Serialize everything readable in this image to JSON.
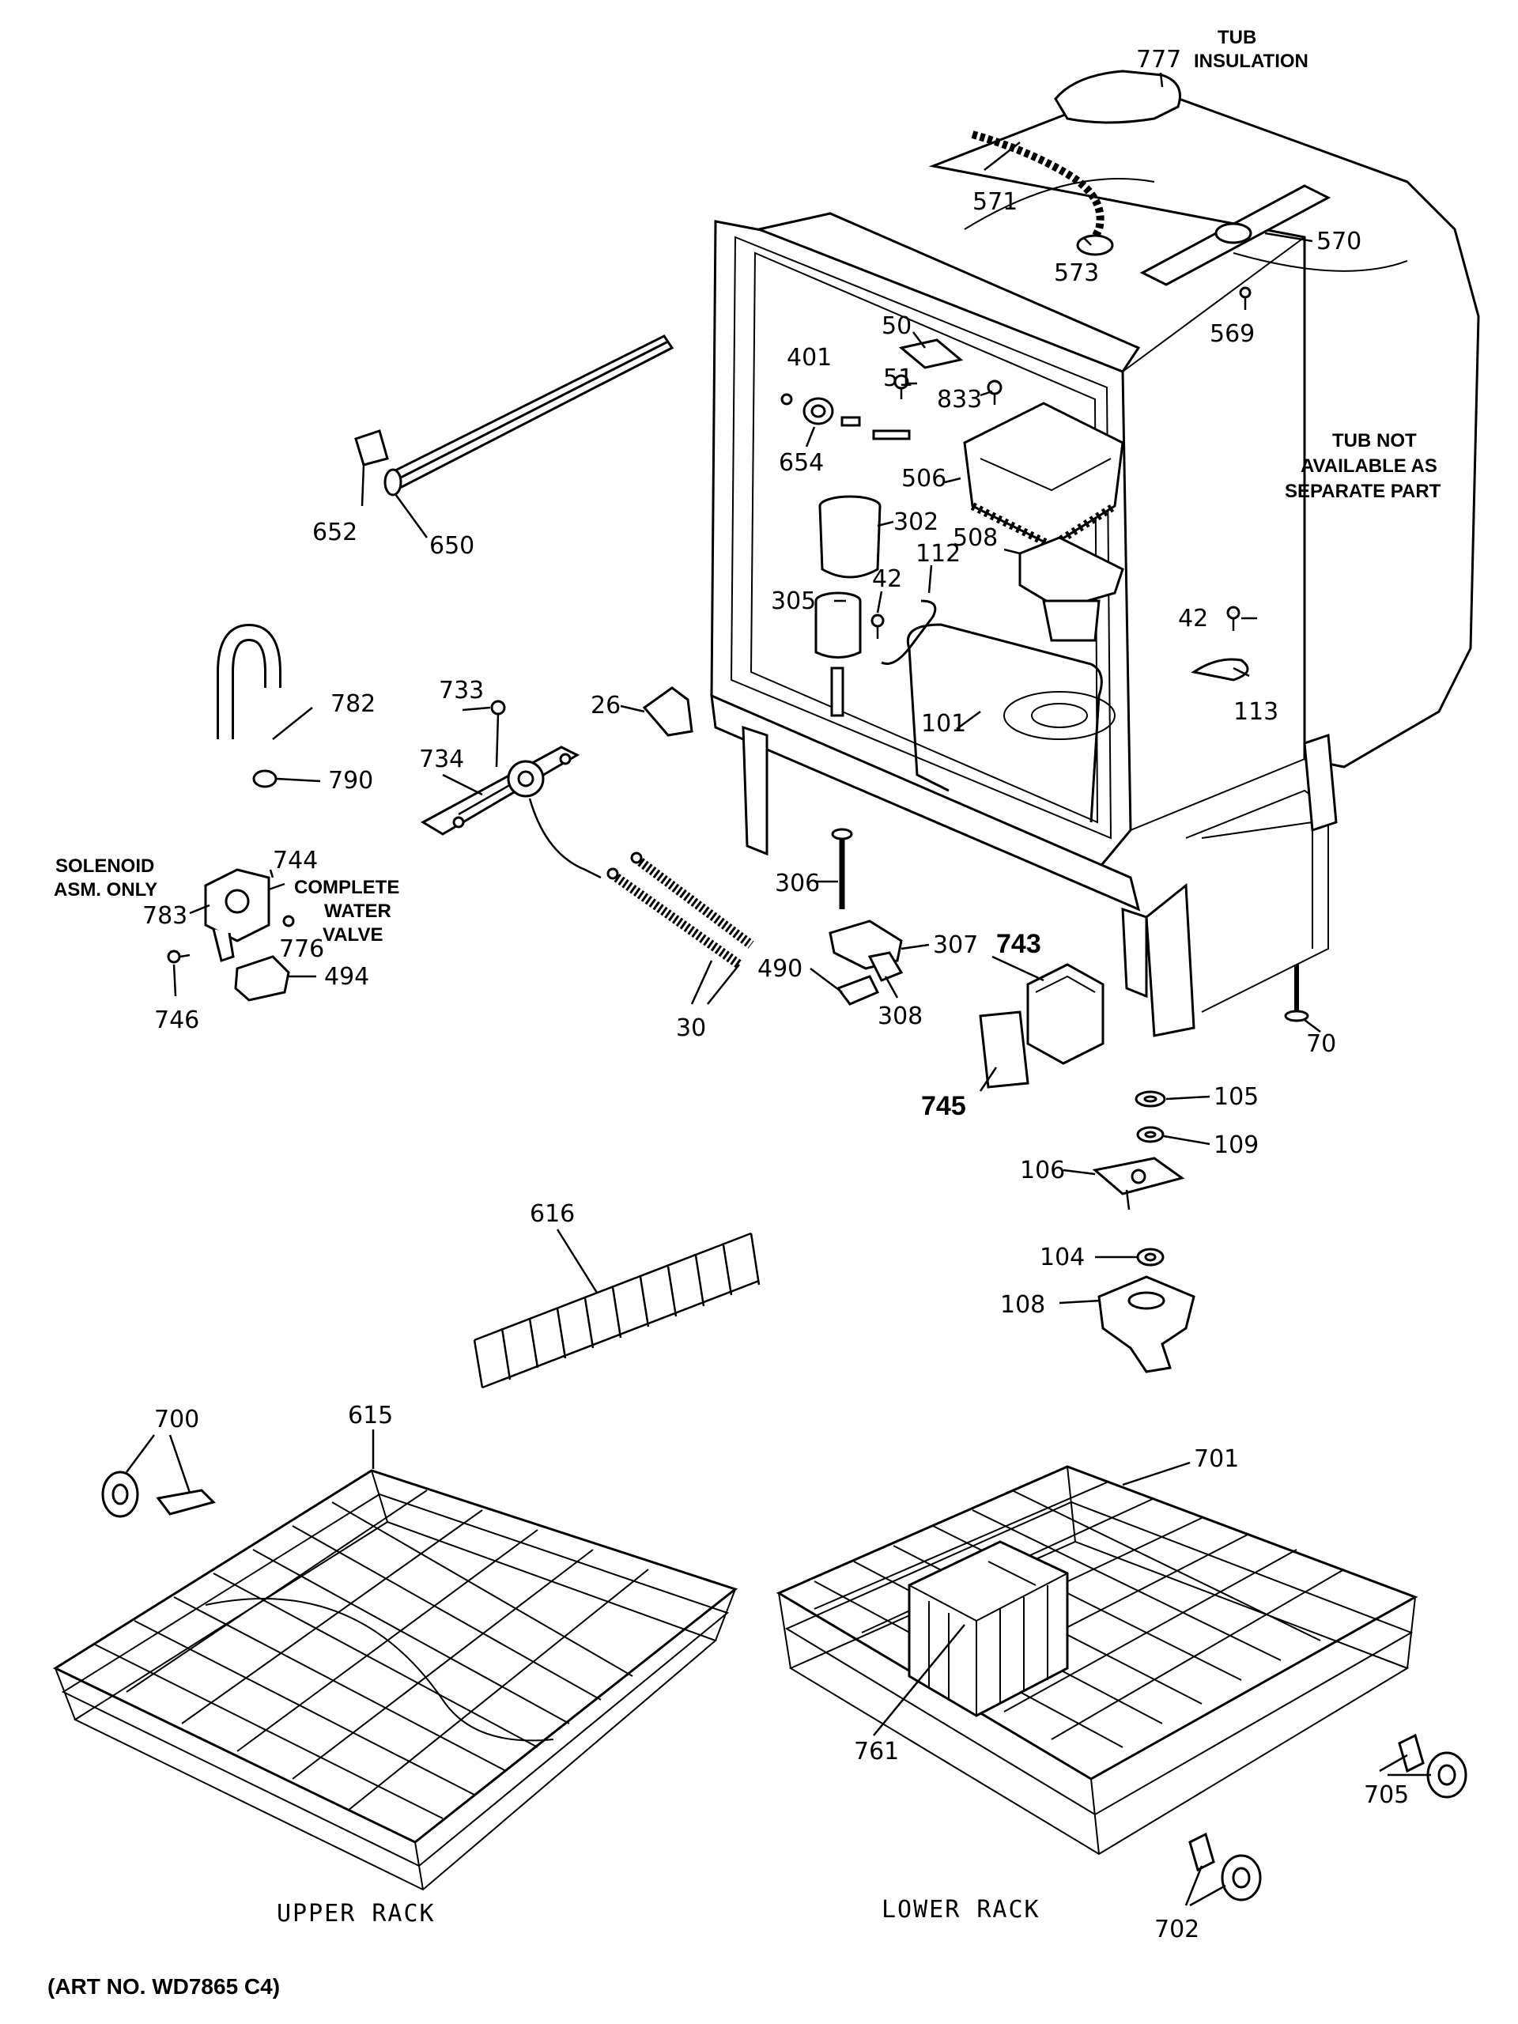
{
  "labels": {
    "l777": "777",
    "l571": "571",
    "l573": "573",
    "l570": "570",
    "l569": "569",
    "l50": "50",
    "l401": "401",
    "l51": "51",
    "l833": "833",
    "l654": "654",
    "l506": "506",
    "l302": "302",
    "l508": "508",
    "l305": "305",
    "l42a": "42",
    "l112": "112",
    "l42b": "42",
    "l113": "113",
    "l101": "101",
    "l652": "652",
    "l650": "650",
    "l782": "782",
    "l790": "790",
    "l733": "733",
    "l734": "734",
    "l26": "26",
    "l744": "744",
    "l783": "783",
    "l776": "776",
    "l746": "746",
    "l494": "494",
    "l30": "30",
    "l306": "306",
    "l307": "307",
    "l490": "490",
    "l308": "308",
    "l743": "743",
    "l745": "745",
    "l70": "70",
    "l105": "105",
    "l109": "109",
    "l106": "106",
    "l104": "104",
    "l108": "108",
    "l616": "616",
    "l700": "700",
    "l615": "615",
    "l701": "701",
    "l761": "761",
    "l705": "705",
    "l702": "702"
  },
  "notes": {
    "tub_insulation": [
      "TUB",
      "INSULATION"
    ],
    "tub_not_available": [
      "TUB NOT",
      "AVAILABLE AS",
      "SEPARATE PART"
    ],
    "solenoid": [
      "SOLENOID",
      "ASM. ONLY"
    ],
    "complete_valve": [
      "COMPLETE",
      "WATER",
      "VALVE"
    ]
  },
  "captions": {
    "upper_rack": "UPPER RACK",
    "lower_rack": "LOWER RACK",
    "art_no": "(ART NO. WD7865 C4)"
  }
}
